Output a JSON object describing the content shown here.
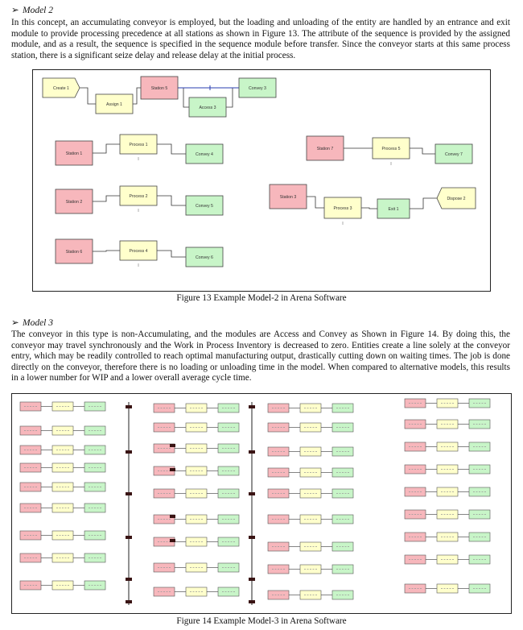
{
  "model2": {
    "heading_marker": "➢",
    "heading": "Model 2",
    "paragraph": "In this concept, an accumulating conveyor is employed, but the loading and unloading of the entity are handled by an entrance and exit module to provide processing precedence at all stations as shown in Figure 13. The attribute of the sequence is provided by the assigned module, and as a result, the sequence is specified in the sequence module before transfer. Since the conveyor starts at this same process station, there is a significant seize delay and release delay at the initial process.",
    "caption": "Figure 13 Example Model-2 in Arena Software",
    "modules": [
      {
        "label": "Create 1",
        "color": "#ffffcc"
      },
      {
        "label": "Assign 1",
        "color": "#ffffcc"
      },
      {
        "label": "Station 5",
        "color": "#f7b7bc"
      },
      {
        "label": "Access 3",
        "color": "#c8f5c8"
      },
      {
        "label": "Convey 3",
        "color": "#c8f5c8"
      },
      {
        "label": "Station 1",
        "color": "#f7b7bc"
      },
      {
        "label": "Process 1",
        "color": "#ffffcc"
      },
      {
        "label": "Convey 4",
        "color": "#c8f5c8"
      },
      {
        "label": "Station 2",
        "color": "#f7b7bc"
      },
      {
        "label": "Process 2",
        "color": "#ffffcc"
      },
      {
        "label": "Convey 5",
        "color": "#c8f5c8"
      },
      {
        "label": "Station 6",
        "color": "#f7b7bc"
      },
      {
        "label": "Process 4",
        "color": "#ffffcc"
      },
      {
        "label": "Convey 6",
        "color": "#c8f5c8"
      },
      {
        "label": "Station 7",
        "color": "#f7b7bc"
      },
      {
        "label": "Process 5",
        "color": "#ffffcc"
      },
      {
        "label": "Convey 7",
        "color": "#c8f5c8"
      },
      {
        "label": "Station 3",
        "color": "#f7b7bc"
      },
      {
        "label": "Process 3",
        "color": "#ffffcc"
      },
      {
        "label": "Exit 1",
        "color": "#c8f5c8"
      },
      {
        "label": "Dispose 2",
        "color": "#ffffcc"
      }
    ]
  },
  "model3": {
    "heading_marker": "➢",
    "heading": "Model 3",
    "paragraph": "The conveyor in this type is non-Accumulating, and the modules are Access and Convey as Shown in Figure 14. By doing this, the conveyor may travel synchronously and the Work in Process Inventory is decreased to zero. Entities create a line solely at the conveyor entry, which may be readily controlled to reach optimal manufacturing output, drastically cutting down on waiting times. The job is done directly on the conveyor, therefore there is no loading or unloading time in the model. When compared to alternative models, this results in a lower number for WIP and a lower overall average cycle time.",
    "caption": "Figure 14 Example Model-3 in Arena Software"
  },
  "colors": {
    "station": "#f7b7bc",
    "process": "#ffffcc",
    "convey": "#c8f5c8",
    "border": "#444444"
  }
}
